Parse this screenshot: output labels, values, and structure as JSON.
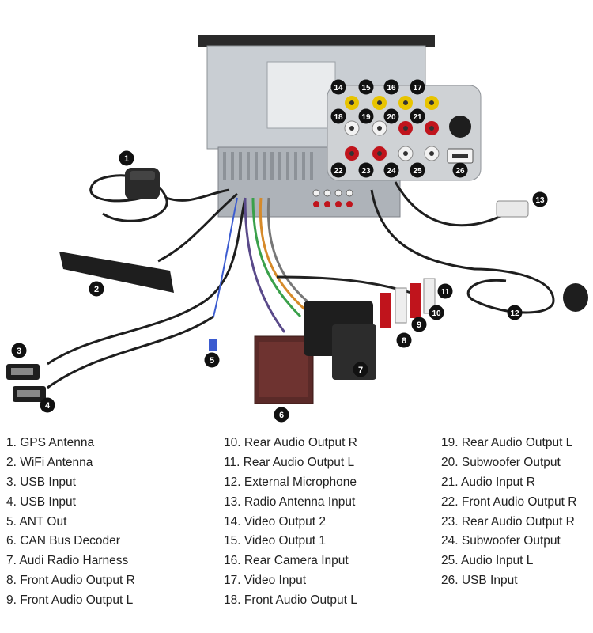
{
  "badges": [
    "1",
    "2",
    "3",
    "4",
    "5",
    "6",
    "7",
    "8",
    "9",
    "10",
    "11",
    "12",
    "13",
    "14",
    "15",
    "16",
    "17",
    "18",
    "19",
    "20",
    "21",
    "22",
    "23",
    "24",
    "25",
    "26"
  ],
  "legend": {
    "col1": [
      "1. GPS Antenna",
      "2. WiFi Antenna",
      "3. USB Input",
      "4. USB Input",
      "5. ANT Out",
      "6. CAN Bus Decoder",
      "7. Audi Radio Harness",
      "8. Front Audio Output R",
      "9. Front Audio Output L"
    ],
    "col2": [
      "10. Rear Audio Output R",
      "11. Rear Audio Output L",
      "12. External Microphone",
      "13. Radio Antenna Input",
      "14. Video Output 2",
      "15. Video Output 1",
      "16. Rear Camera Input",
      "17. Video Input",
      "18. Front Audio Output L"
    ],
    "col3": [
      "19. Rear Audio Output L",
      "20. Subwoofer Output",
      "21. Audio Input R",
      "22. Front Audio Output R",
      "23. Rear Audio Output R",
      "24. Subwoofer Output",
      "25. Audio Input L",
      "26. USB Input"
    ]
  },
  "colors": {
    "badge": "#111111",
    "rca_yellow": "#e8c400",
    "rca_red": "#c0141c",
    "rca_white": "#f2f2f2",
    "chassis": "#b9bec4",
    "decoder": "#5a2a28",
    "harness": "#1e1e1e"
  }
}
